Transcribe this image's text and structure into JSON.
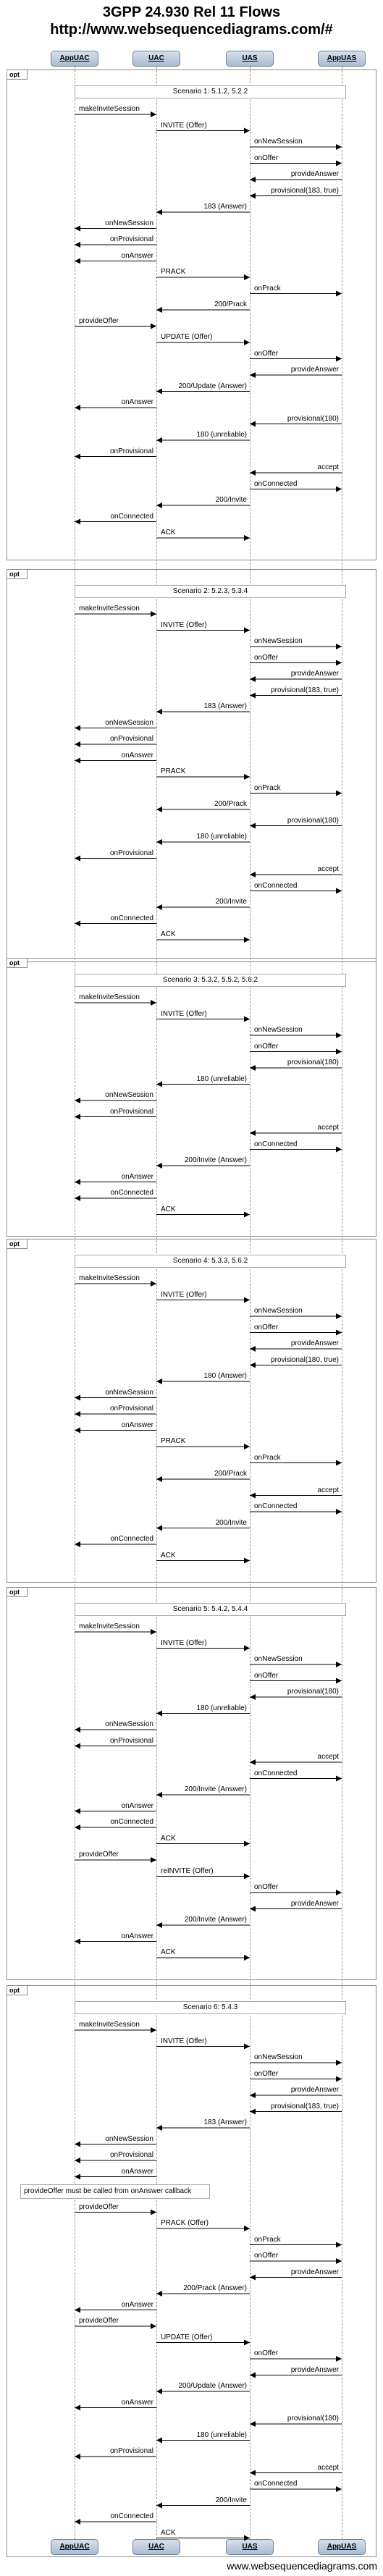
{
  "title_line1": "3GPP 24.930 Rel 11 Flows",
  "title_line2": "http://www.websequencediagrams.com/#",
  "footer": "www.websequencediagrams.com",
  "participants": [
    "AppUAC",
    "UAC",
    "UAS",
    "AppUAS"
  ],
  "fragment_label": "opt",
  "blocks": [
    {
      "scenario": "Scenario 1: 5.1.2, 5.2.2",
      "messages": [
        {
          "from": 0,
          "to": 1,
          "label": "makeInviteSession"
        },
        {
          "from": 1,
          "to": 2,
          "label": "INVITE (Offer)"
        },
        {
          "from": 2,
          "to": 3,
          "label": "onNewSession"
        },
        {
          "from": 2,
          "to": 3,
          "label": "onOffer"
        },
        {
          "from": 3,
          "to": 2,
          "label": "provideAnswer"
        },
        {
          "from": 3,
          "to": 2,
          "label": "provisional(183, true)"
        },
        {
          "from": 2,
          "to": 1,
          "label": "183 (Answer)"
        },
        {
          "from": 1,
          "to": 0,
          "label": "onNewSession"
        },
        {
          "from": 1,
          "to": 0,
          "label": "onProvisional"
        },
        {
          "from": 1,
          "to": 0,
          "label": "onAnswer"
        },
        {
          "from": 1,
          "to": 2,
          "label": "PRACK"
        },
        {
          "from": 2,
          "to": 3,
          "label": "onPrack"
        },
        {
          "from": 2,
          "to": 1,
          "label": "200/Prack"
        },
        {
          "from": 0,
          "to": 1,
          "label": "provideOffer"
        },
        {
          "from": 1,
          "to": 2,
          "label": "UPDATE (Offer)"
        },
        {
          "from": 2,
          "to": 3,
          "label": "onOffer"
        },
        {
          "from": 3,
          "to": 2,
          "label": "provideAnswer"
        },
        {
          "from": 2,
          "to": 1,
          "label": "200/Update (Answer)"
        },
        {
          "from": 1,
          "to": 0,
          "label": "onAnswer"
        },
        {
          "from": 3,
          "to": 2,
          "label": "provisional(180)"
        },
        {
          "from": 2,
          "to": 1,
          "label": "180 (unreliable)"
        },
        {
          "from": 1,
          "to": 0,
          "label": "onProvisional"
        },
        {
          "from": 3,
          "to": 2,
          "label": "accept"
        },
        {
          "from": 2,
          "to": 3,
          "label": "onConnected"
        },
        {
          "from": 2,
          "to": 1,
          "label": "200/Invite"
        },
        {
          "from": 1,
          "to": 0,
          "label": "onConnected"
        },
        {
          "from": 1,
          "to": 2,
          "label": "ACK"
        }
      ]
    },
    {
      "scenario": "Scenario 2: 5.2.3, 5.3.4",
      "messages": [
        {
          "from": 0,
          "to": 1,
          "label": "makeInviteSession"
        },
        {
          "from": 1,
          "to": 2,
          "label": "INVITE (Offer)"
        },
        {
          "from": 2,
          "to": 3,
          "label": "onNewSession"
        },
        {
          "from": 2,
          "to": 3,
          "label": "onOffer"
        },
        {
          "from": 3,
          "to": 2,
          "label": "provideAnswer"
        },
        {
          "from": 3,
          "to": 2,
          "label": "provisional(183, true)"
        },
        {
          "from": 2,
          "to": 1,
          "label": "183 (Answer)"
        },
        {
          "from": 1,
          "to": 0,
          "label": "onNewSession"
        },
        {
          "from": 1,
          "to": 0,
          "label": "onProvisional"
        },
        {
          "from": 1,
          "to": 0,
          "label": "onAnswer"
        },
        {
          "from": 1,
          "to": 2,
          "label": "PRACK"
        },
        {
          "from": 2,
          "to": 3,
          "label": "onPrack"
        },
        {
          "from": 2,
          "to": 1,
          "label": "200/Prack"
        },
        {
          "from": 3,
          "to": 2,
          "label": "provisional(180)"
        },
        {
          "from": 2,
          "to": 1,
          "label": "180 (unreliable)"
        },
        {
          "from": 1,
          "to": 0,
          "label": "onProvisional"
        },
        {
          "from": 3,
          "to": 2,
          "label": "accept"
        },
        {
          "from": 2,
          "to": 3,
          "label": "onConnected"
        },
        {
          "from": 2,
          "to": 1,
          "label": "200/Invite"
        },
        {
          "from": 1,
          "to": 0,
          "label": "onConnected"
        },
        {
          "from": 1,
          "to": 2,
          "label": "ACK"
        }
      ]
    },
    {
      "scenario": "Scenario 3: 5.3.2, 5.5.2, 5.6.2",
      "messages": [
        {
          "from": 0,
          "to": 1,
          "label": "makeInviteSession"
        },
        {
          "from": 1,
          "to": 2,
          "label": "INVITE (Offer)"
        },
        {
          "from": 2,
          "to": 3,
          "label": "onNewSession"
        },
        {
          "from": 2,
          "to": 3,
          "label": "onOffer"
        },
        {
          "from": 3,
          "to": 2,
          "label": "provisional(180)"
        },
        {
          "from": 2,
          "to": 1,
          "label": "180 (unreliable)"
        },
        {
          "from": 1,
          "to": 0,
          "label": "onNewSession"
        },
        {
          "from": 1,
          "to": 0,
          "label": "onProvisional"
        },
        {
          "from": 3,
          "to": 2,
          "label": "accept"
        },
        {
          "from": 2,
          "to": 3,
          "label": "onConnected"
        },
        {
          "from": 2,
          "to": 1,
          "label": "200/Invite (Answer)"
        },
        {
          "from": 1,
          "to": 0,
          "label": "onAnswer"
        },
        {
          "from": 1,
          "to": 0,
          "label": "onConnected"
        },
        {
          "from": 1,
          "to": 2,
          "label": "ACK"
        }
      ]
    },
    {
      "scenario": "Scenario 4: 5.3.3, 5.6.2",
      "messages": [
        {
          "from": 0,
          "to": 1,
          "label": "makeInviteSession"
        },
        {
          "from": 1,
          "to": 2,
          "label": "INVITE (Offer)"
        },
        {
          "from": 2,
          "to": 3,
          "label": "onNewSession"
        },
        {
          "from": 2,
          "to": 3,
          "label": "onOffer"
        },
        {
          "from": 3,
          "to": 2,
          "label": "provideAnswer"
        },
        {
          "from": 3,
          "to": 2,
          "label": "provisional(180, true)"
        },
        {
          "from": 2,
          "to": 1,
          "label": "180 (Answer)"
        },
        {
          "from": 1,
          "to": 0,
          "label": "onNewSession"
        },
        {
          "from": 1,
          "to": 0,
          "label": "onProvisional"
        },
        {
          "from": 1,
          "to": 0,
          "label": "onAnswer"
        },
        {
          "from": 1,
          "to": 2,
          "label": "PRACK"
        },
        {
          "from": 2,
          "to": 3,
          "label": "onPrack"
        },
        {
          "from": 2,
          "to": 1,
          "label": "200/Prack"
        },
        {
          "from": 3,
          "to": 2,
          "label": "accept"
        },
        {
          "from": 2,
          "to": 3,
          "label": "onConnected"
        },
        {
          "from": 2,
          "to": 1,
          "label": "200/Invite"
        },
        {
          "from": 1,
          "to": 0,
          "label": "onConnected"
        },
        {
          "from": 1,
          "to": 2,
          "label": "ACK"
        }
      ]
    },
    {
      "scenario": "Scenario 5: 5.4.2, 5.4.4",
      "messages": [
        {
          "from": 0,
          "to": 1,
          "label": "makeInviteSession"
        },
        {
          "from": 1,
          "to": 2,
          "label": "INVITE (Offer)"
        },
        {
          "from": 2,
          "to": 3,
          "label": "onNewSession"
        },
        {
          "from": 2,
          "to": 3,
          "label": "onOffer"
        },
        {
          "from": 3,
          "to": 2,
          "label": "provisional(180)"
        },
        {
          "from": 2,
          "to": 1,
          "label": "180 (unreliable)"
        },
        {
          "from": 1,
          "to": 0,
          "label": "onNewSession"
        },
        {
          "from": 1,
          "to": 0,
          "label": "onProvisional"
        },
        {
          "from": 3,
          "to": 2,
          "label": "accept"
        },
        {
          "from": 2,
          "to": 3,
          "label": "onConnected"
        },
        {
          "from": 2,
          "to": 1,
          "label": "200/Invite (Answer)"
        },
        {
          "from": 1,
          "to": 0,
          "label": "onAnswer"
        },
        {
          "from": 1,
          "to": 0,
          "label": "onConnected"
        },
        {
          "from": 1,
          "to": 2,
          "label": "ACK"
        },
        {
          "from": 0,
          "to": 1,
          "label": "provideOffer"
        },
        {
          "from": 1,
          "to": 2,
          "label": "reINVITE (Offer)"
        },
        {
          "from": 2,
          "to": 3,
          "label": "onOffer"
        },
        {
          "from": 3,
          "to": 2,
          "label": "provideAnswer"
        },
        {
          "from": 2,
          "to": 1,
          "label": "200/Invite (Answer)"
        },
        {
          "from": 1,
          "to": 0,
          "label": "onAnswer"
        },
        {
          "from": 1,
          "to": 2,
          "label": "ACK"
        }
      ]
    },
    {
      "scenario": "Scenario 6: 5.4.3",
      "messages": [
        {
          "from": 0,
          "to": 1,
          "label": "makeInviteSession"
        },
        {
          "from": 1,
          "to": 2,
          "label": "INVITE (Offer)"
        },
        {
          "from": 2,
          "to": 3,
          "label": "onNewSession"
        },
        {
          "from": 2,
          "to": 3,
          "label": "onOffer"
        },
        {
          "from": 3,
          "to": 2,
          "label": "provideAnswer"
        },
        {
          "from": 3,
          "to": 2,
          "label": "provisional(183, true)"
        },
        {
          "from": 2,
          "to": 1,
          "label": "183 (Answer)"
        },
        {
          "from": 1,
          "to": 0,
          "label": "onNewSession"
        },
        {
          "from": 1,
          "to": 0,
          "label": "onProvisional"
        },
        {
          "from": 1,
          "to": 0,
          "label": "onAnswer"
        },
        {
          "note": "provideOffer must be called from onAnswer callback"
        },
        {
          "from": 0,
          "to": 1,
          "label": "provideOffer"
        },
        {
          "from": 1,
          "to": 2,
          "label": "PRACK (Offer)"
        },
        {
          "from": 2,
          "to": 3,
          "label": "onPrack"
        },
        {
          "from": 2,
          "to": 3,
          "label": "onOffer"
        },
        {
          "from": 3,
          "to": 2,
          "label": "provideAnswer"
        },
        {
          "from": 2,
          "to": 1,
          "label": "200/Prack (Answer)"
        },
        {
          "from": 1,
          "to": 0,
          "label": "onAnswer"
        },
        {
          "from": 0,
          "to": 1,
          "label": "provideOffer"
        },
        {
          "from": 1,
          "to": 2,
          "label": "UPDATE (Offer)"
        },
        {
          "from": 2,
          "to": 3,
          "label": "onOffer"
        },
        {
          "from": 3,
          "to": 2,
          "label": "provideAnswer"
        },
        {
          "from": 2,
          "to": 1,
          "label": "200/Update (Answer)"
        },
        {
          "from": 1,
          "to": 0,
          "label": "onAnswer"
        },
        {
          "from": 3,
          "to": 2,
          "label": "provisional(180)"
        },
        {
          "from": 2,
          "to": 1,
          "label": "180 (unreliable)"
        },
        {
          "from": 1,
          "to": 0,
          "label": "onProvisional"
        },
        {
          "from": 3,
          "to": 2,
          "label": "accept"
        },
        {
          "from": 2,
          "to": 3,
          "label": "onConnected"
        },
        {
          "from": 2,
          "to": 1,
          "label": "200/Invite"
        },
        {
          "from": 1,
          "to": 0,
          "label": "onConnected"
        },
        {
          "from": 1,
          "to": 2,
          "label": "ACK"
        }
      ]
    }
  ]
}
